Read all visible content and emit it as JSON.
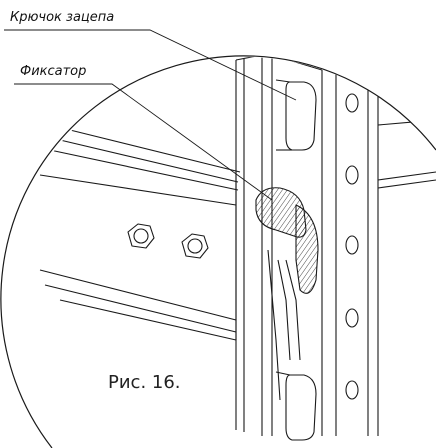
{
  "labels": {
    "hook": "Крючок зацепа",
    "latch": "Фиксатор"
  },
  "caption": "Рис. 16.",
  "colors": {
    "line": "#1a1a1a",
    "background": "#ffffff"
  }
}
